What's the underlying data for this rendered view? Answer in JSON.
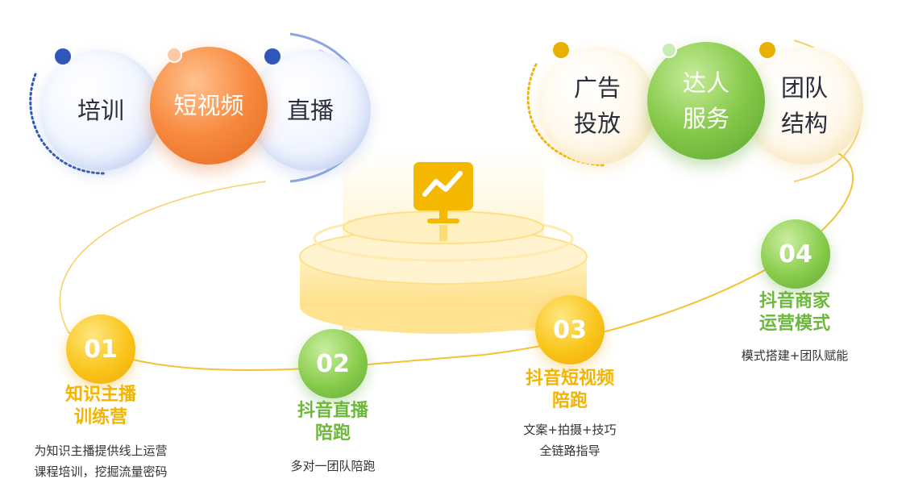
{
  "top_left_bubbles": [
    "培训",
    "短视频",
    "直播"
  ],
  "top_right_bubbles": [
    {
      "line1": "广告",
      "line2": "投放"
    },
    {
      "line1": "达人",
      "line2": "服务"
    },
    {
      "line1": "团队",
      "line2": "结构"
    }
  ],
  "steps": [
    {
      "number": "01",
      "title_line1": "知识主播",
      "title_line2": "训练营",
      "desc_line1": "为知识主播提供线上运营",
      "desc_line2": "课程培训，挖掘流量密码"
    },
    {
      "number": "02",
      "title_line1": "抖音直播",
      "title_line2": "陪跑",
      "desc_line1": "多对一团队陪跑",
      "desc_line2": ""
    },
    {
      "number": "03",
      "title_line1": "抖音短视频",
      "title_line2": "陪跑",
      "desc_line1": "文案+拍摄+技巧",
      "desc_line2": "全链路指导"
    },
    {
      "number": "04",
      "title_line1": "抖音商家",
      "title_line2": "运营模式",
      "desc_line1": "模式搭建+团队赋能",
      "desc_line2": ""
    }
  ],
  "colors": {
    "yellow": "#f3b400",
    "green": "#6cb83a",
    "orange": "#f08030",
    "blue_dot": "#2f56b8",
    "path": "#f6c94a"
  },
  "icons": {
    "center": "chart-monitor-icon"
  }
}
